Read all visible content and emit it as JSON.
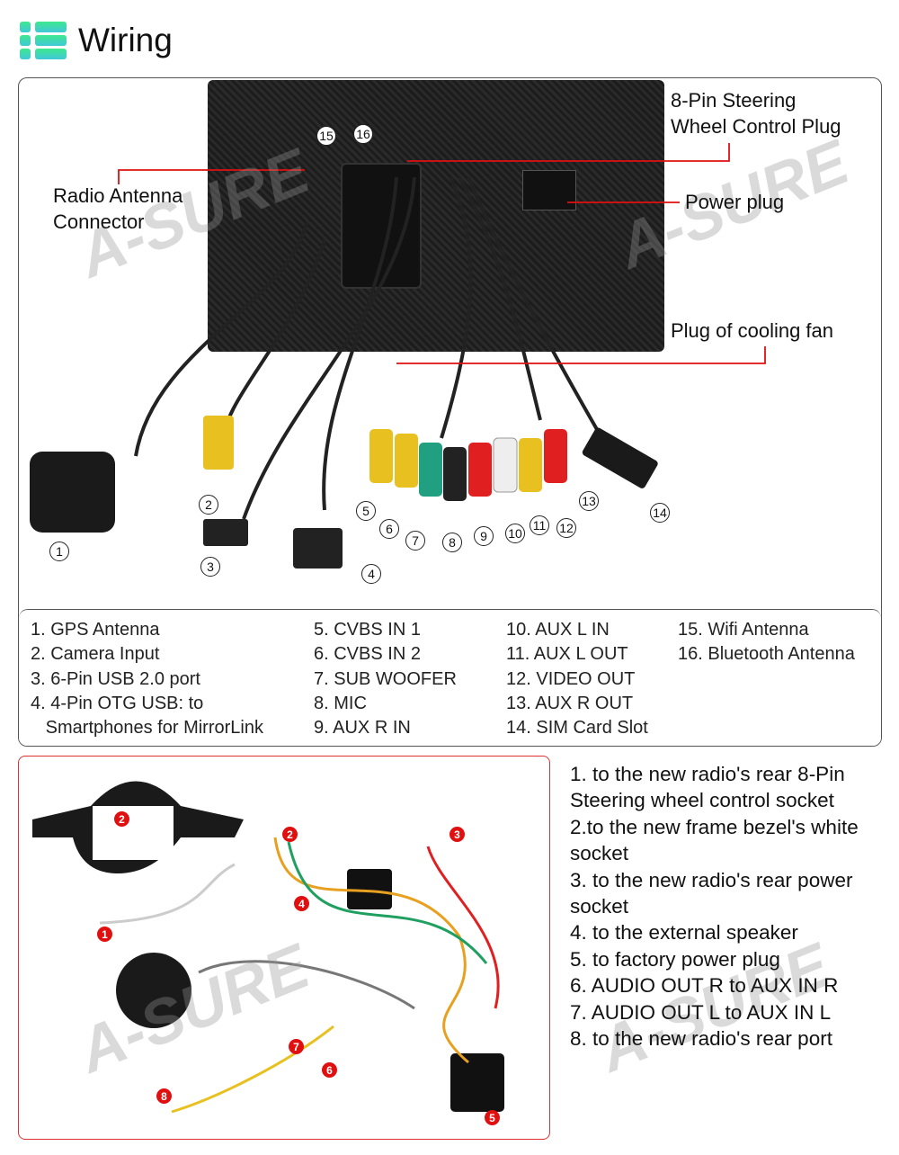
{
  "header": {
    "title": "Wiring",
    "icon": "list-icon"
  },
  "watermark": "A-SURE",
  "top_diagram": {
    "callouts": {
      "radio_antenna": [
        "Radio Antenna",
        "Connector"
      ],
      "steering": [
        "8-Pin Steering",
        "Wheel Control Plug"
      ],
      "power": "Power plug",
      "fan": "Plug of cooling fan"
    },
    "markers": [
      "1",
      "2",
      "3",
      "4",
      "5",
      "6",
      "7",
      "8",
      "9",
      "10",
      "11",
      "12",
      "13",
      "14",
      "15",
      "16"
    ]
  },
  "legend": {
    "col1": [
      "1. GPS Antenna",
      "2. Camera Input",
      "3. 6-Pin USB 2.0 port",
      "4. 4-Pin OTG USB: to",
      "   Smartphones for MirrorLink"
    ],
    "col2": [
      "5. CVBS IN 1",
      "6. CVBS IN 2",
      "7. SUB WOOFER",
      "8. MIC",
      "9. AUX R IN"
    ],
    "col3": [
      "10. AUX L IN",
      "11. AUX L OUT",
      "12. VIDEO OUT",
      "13. AUX R OUT",
      "14. SIM Card Slot"
    ],
    "col4": [
      "15. Wifi Antenna",
      "16. Bluetooth Antenna"
    ]
  },
  "bottom_diagram": {
    "markers": [
      "2",
      "2",
      "3",
      "4",
      "1",
      "7",
      "6",
      "8",
      "5"
    ],
    "instructions": [
      "1. to the new radio's rear 8-Pin Steering wheel control socket",
      "2.to the new frame bezel's white socket",
      "3. to the new radio's rear power socket",
      "4. to the external speaker",
      "5. to factory power plug",
      "6. AUDIO OUT R to AUX IN R",
      "7. AUDIO OUT L to AUX IN L",
      "8. to the new radio's rear port"
    ]
  },
  "colors": {
    "accent_red": "#e01010",
    "icon_top": "#3ee88f",
    "icon_bottom": "#3ec8d8"
  }
}
